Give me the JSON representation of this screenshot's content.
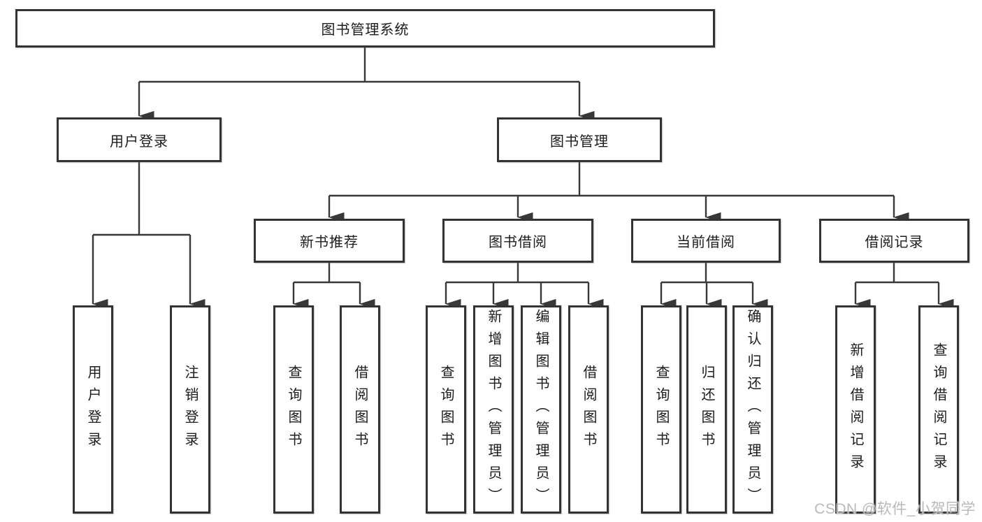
{
  "diagram": {
    "type": "hierarchy",
    "root": {
      "label": "图书管理系统"
    },
    "level2": [
      {
        "label": "用户登录",
        "parent": "图书管理系统"
      },
      {
        "label": "图书管理",
        "parent": "图书管理系统"
      }
    ],
    "level3": [
      {
        "label": "新书推荐",
        "parent": "图书管理"
      },
      {
        "label": "图书借阅",
        "parent": "图书管理"
      },
      {
        "label": "当前借阅",
        "parent": "图书管理"
      },
      {
        "label": "借阅记录",
        "parent": "图书管理"
      }
    ],
    "leaves": [
      {
        "label": "用户登录",
        "parent": "用户登录"
      },
      {
        "label": "注销登录",
        "parent": "用户登录"
      },
      {
        "label": "查询图书",
        "parent": "新书推荐"
      },
      {
        "label": "借阅图书",
        "parent": "新书推荐"
      },
      {
        "label": "查询图书",
        "parent": "图书借阅"
      },
      {
        "label": "新增图书（管理员）",
        "parent": "图书借阅"
      },
      {
        "label": "编辑图书（管理员）",
        "parent": "图书借阅"
      },
      {
        "label": "借阅图书",
        "parent": "图书借阅"
      },
      {
        "label": "查询图书",
        "parent": "当前借阅"
      },
      {
        "label": "归还图书",
        "parent": "当前借阅"
      },
      {
        "label": "确认归还（管理员）",
        "parent": "当前借阅"
      },
      {
        "label": "新增借阅记录",
        "parent": "借阅记录"
      },
      {
        "label": "查询借阅记录",
        "parent": "借阅记录"
      }
    ]
  },
  "watermark": "CSDN @软件_小贺同学",
  "colors": {
    "line": "#383838",
    "box_border": "#333333",
    "text": "#1c1c1c",
    "watermark": "#b9b9b9",
    "background": "#ffffff"
  }
}
